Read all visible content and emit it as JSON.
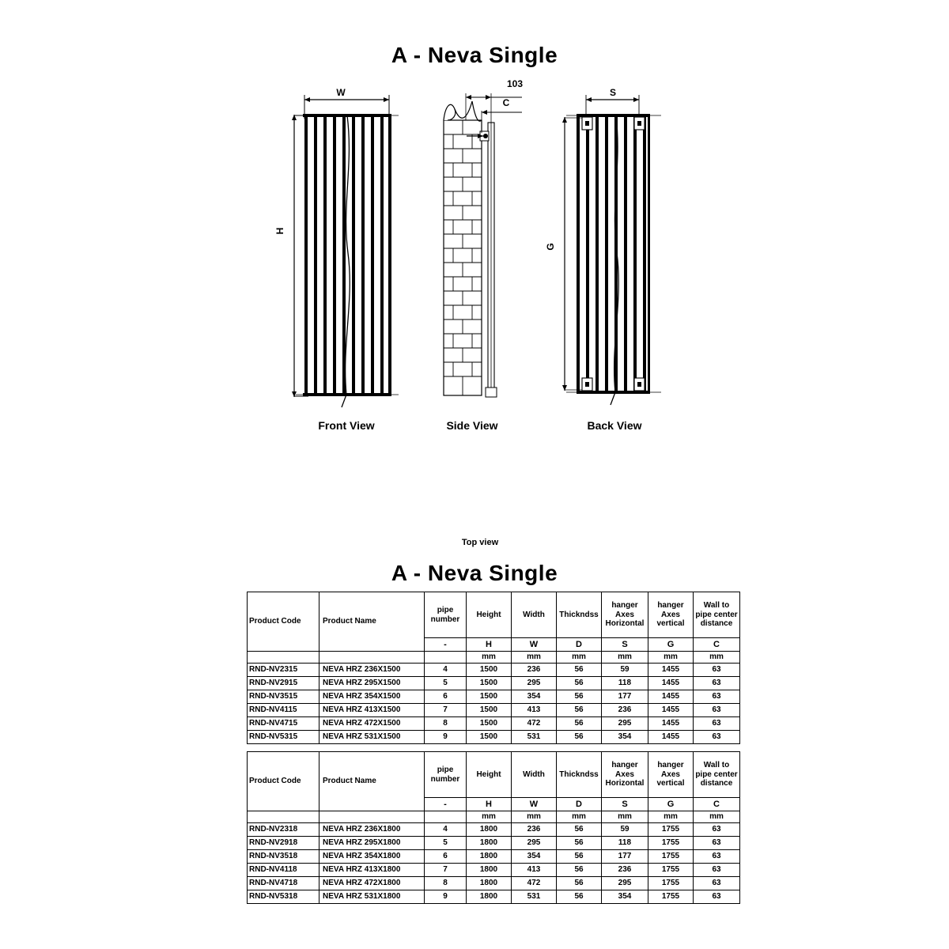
{
  "document": {
    "title_top": "A - Neva Single",
    "title_table": "A - Neva Single"
  },
  "drawing": {
    "views": [
      {
        "name": "front-view",
        "label": "Front View"
      },
      {
        "name": "side-view",
        "label": "Side View"
      },
      {
        "name": "back-view",
        "label": "Back View"
      },
      {
        "name": "top-view",
        "label": "Top view"
      }
    ],
    "dimensions": {
      "width_label": "W",
      "height_label": "H",
      "hanger_horizontal_label": "S",
      "hanger_vertical_label": "G",
      "wall_to_pipe_label": "C",
      "wall_offset_value": "103"
    }
  },
  "tables": [
    {
      "name": "neva-single-1500",
      "headers_main": {
        "product_code": "Product Code",
        "product_name": "Product Name",
        "pipe_number": [
          "pipe",
          "number"
        ],
        "height": "Height",
        "width": "Width",
        "thickness": "Thickndss",
        "hanger_axes_horizontal": [
          "hanger",
          "Axes",
          "Horizontal"
        ],
        "hanger_axes_vertical": [
          "hanger",
          "Axes",
          "vertical"
        ],
        "wall_to_pipe_center": [
          "Wall to",
          "pipe center",
          "distance"
        ]
      },
      "headers_symbol": [
        "",
        "",
        "-",
        "H",
        "W",
        "D",
        "S",
        "G",
        "C"
      ],
      "headers_unit": [
        "",
        "",
        "",
        "mm",
        "mm",
        "mm",
        "mm",
        "mm",
        "mm"
      ],
      "rows": [
        {
          "code": "RND-NV2315",
          "name": "NEVA HRZ 236X1500",
          "pipes": "4",
          "h": "1500",
          "w": "236",
          "d": "56",
          "s": "59",
          "g": "1455",
          "c": "63"
        },
        {
          "code": "RND-NV2915",
          "name": "NEVA HRZ 295X1500",
          "pipes": "5",
          "h": "1500",
          "w": "295",
          "d": "56",
          "s": "118",
          "g": "1455",
          "c": "63"
        },
        {
          "code": "RND-NV3515",
          "name": "NEVA HRZ 354X1500",
          "pipes": "6",
          "h": "1500",
          "w": "354",
          "d": "56",
          "s": "177",
          "g": "1455",
          "c": "63"
        },
        {
          "code": "RND-NV4115",
          "name": "NEVA HRZ 413X1500",
          "pipes": "7",
          "h": "1500",
          "w": "413",
          "d": "56",
          "s": "236",
          "g": "1455",
          "c": "63"
        },
        {
          "code": "RND-NV4715",
          "name": "NEVA HRZ 472X1500",
          "pipes": "8",
          "h": "1500",
          "w": "472",
          "d": "56",
          "s": "295",
          "g": "1455",
          "c": "63"
        },
        {
          "code": "RND-NV5315",
          "name": "NEVA HRZ 531X1500",
          "pipes": "9",
          "h": "1500",
          "w": "531",
          "d": "56",
          "s": "354",
          "g": "1455",
          "c": "63"
        }
      ]
    },
    {
      "name": "neva-single-1800",
      "headers_main": {
        "product_code": "Product Code",
        "product_name": "Product Name",
        "pipe_number": [
          "pipe",
          "number"
        ],
        "height": "Height",
        "width": "Width",
        "thickness": "Thickndss",
        "hanger_axes_horizontal": [
          "hanger",
          "Axes",
          "Horizontal"
        ],
        "hanger_axes_vertical": [
          "hanger",
          "Axes",
          "vertical"
        ],
        "wall_to_pipe_center": [
          "Wall to",
          "pipe center",
          "distance"
        ]
      },
      "headers_symbol": [
        "",
        "",
        "-",
        "H",
        "W",
        "D",
        "S",
        "G",
        "C"
      ],
      "headers_unit": [
        "",
        "",
        "",
        "mm",
        "mm",
        "mm",
        "mm",
        "mm",
        "mm"
      ],
      "rows": [
        {
          "code": "RND-NV2318",
          "name": "NEVA HRZ 236X1800",
          "pipes": "4",
          "h": "1800",
          "w": "236",
          "d": "56",
          "s": "59",
          "g": "1755",
          "c": "63"
        },
        {
          "code": "RND-NV2918",
          "name": "NEVA HRZ 295X1800",
          "pipes": "5",
          "h": "1800",
          "w": "295",
          "d": "56",
          "s": "118",
          "g": "1755",
          "c": "63"
        },
        {
          "code": "RND-NV3518",
          "name": "NEVA HRZ 354X1800",
          "pipes": "6",
          "h": "1800",
          "w": "354",
          "d": "56",
          "s": "177",
          "g": "1755",
          "c": "63"
        },
        {
          "code": "RND-NV4118",
          "name": "NEVA HRZ 413X1800",
          "pipes": "7",
          "h": "1800",
          "w": "413",
          "d": "56",
          "s": "236",
          "g": "1755",
          "c": "63"
        },
        {
          "code": "RND-NV4718",
          "name": "NEVA HRZ 472X1800",
          "pipes": "8",
          "h": "1800",
          "w": "472",
          "d": "56",
          "s": "295",
          "g": "1755",
          "c": "63"
        },
        {
          "code": "RND-NV5318",
          "name": "NEVA HRZ 531X1800",
          "pipes": "9",
          "h": "1800",
          "w": "531",
          "d": "56",
          "s": "354",
          "g": "1755",
          "c": "63"
        }
      ]
    }
  ],
  "colors": {
    "ink": "#000000",
    "paper": "#ffffff"
  }
}
